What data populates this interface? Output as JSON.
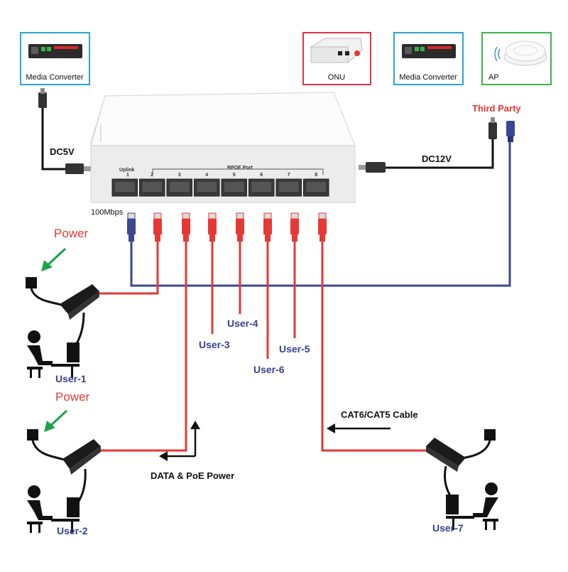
{
  "devices": {
    "media_converter_left": "Media Converter",
    "onu": "ONU",
    "media_converter_right": "Media Converter",
    "ap": "AP",
    "third_party": "Third Party"
  },
  "switch": {
    "uplink_label": "Uplink",
    "rpoe_label": "RPOE Port",
    "speed_label": "100Mbps",
    "port_numbers": [
      "1",
      "2",
      "3",
      "4",
      "5",
      "6",
      "7",
      "8"
    ]
  },
  "power": {
    "dc5v": "DC5V",
    "dc12v": "DC12V",
    "power_label_1": "Power",
    "power_label_2": "Power"
  },
  "users": {
    "user1": "User-1",
    "user2": "User-2",
    "user3": "User-3",
    "user4": "User-4",
    "user5": "User-5",
    "user6": "User-6",
    "user7": "User-7"
  },
  "annotations": {
    "data_poe": "DATA & PoE Power",
    "cable": "CAT6/CAT5 Cable"
  },
  "colors": {
    "red_cable": "#e53935",
    "blue_cable": "#3b4694",
    "box_blue": "#2aa6d6",
    "box_red": "#d9363e",
    "box_green": "#3cb44b",
    "arrow_green": "#1aa34a"
  }
}
